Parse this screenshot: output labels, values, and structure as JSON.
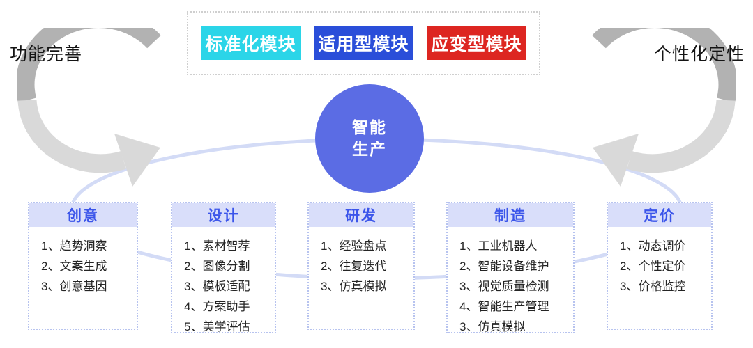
{
  "legend": {
    "modules": [
      {
        "name": "standard-module",
        "label": "标准化模块",
        "color": "#2bd5e8"
      },
      {
        "name": "applicable-module",
        "label": "适用型模块",
        "color": "#2a4ed9"
      },
      {
        "name": "adaptive-module",
        "label": "应变型模块",
        "color": "#dd2621"
      }
    ]
  },
  "side_labels": {
    "left": "功能完善",
    "right": "个性化定性"
  },
  "center_circle": {
    "line1": "智能",
    "line2": "生产",
    "color": "#5b6ce4"
  },
  "stages": [
    {
      "title": "创意",
      "items": [
        "1、趋势洞察",
        "2、文案生成",
        "3、创意基因"
      ]
    },
    {
      "title": "设计",
      "items": [
        "1、素材智荐",
        "2、图像分割",
        "3、模板适配",
        "4、方案助手",
        "5、美学评估"
      ]
    },
    {
      "title": "研发",
      "items": [
        "1、经验盘点",
        "2、往复迭代",
        "3、仿真模拟"
      ]
    },
    {
      "title": "制造",
      "items": [
        "1、工业机器人",
        "2、智能设备维护",
        "3、视觉质量检测",
        "4、智能生产管理",
        "3、仿真模拟"
      ]
    },
    {
      "title": "定价",
      "items": [
        "1、动态调价",
        "2、个性定价",
        "3、价格监控"
      ]
    }
  ],
  "colors": {
    "stage_header_bg": "#d9defa",
    "stage_header_text": "#3b55ea",
    "stage_border": "#b7c3ef",
    "legend_border": "#cfcfcf",
    "orbit_stroke": "#d3dbf6",
    "arrow_dark": "#b2b2b2",
    "arrow_light": "#d9d9d9"
  }
}
